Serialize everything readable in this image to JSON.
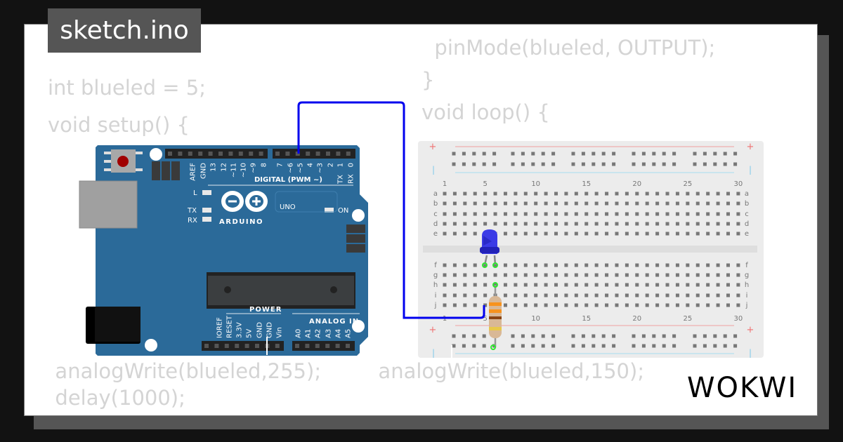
{
  "title": "sketch.ino",
  "code_lines": [
    "int blueled = 5;",
    "",
    "void setup() {",
    "  pinMode(blueled, OUTPUT);",
    "",
    "}",
    "",
    "void loop() {",
    "  analogWrite(blueled,255);",
    "  delay(1000);",
    "  analogWrite(blueled,150);"
  ],
  "arduino": {
    "logo_text": "ARDUINO",
    "model": "UNO",
    "digital_label": "DIGITAL (PWM ~)",
    "power_label": "POWER",
    "analog_label": "ANALOG IN",
    "led_l": "L",
    "led_tx": "TX",
    "led_rx": "RX",
    "led_on": "ON",
    "top_left_pins": [
      "AREF",
      "GND",
      "13",
      "12",
      "~11",
      "~10",
      "~9",
      "8"
    ],
    "top_right_pins": [
      "7",
      "~6",
      "~5",
      "4",
      "~3",
      "2",
      "1",
      "0"
    ],
    "tx_rx_sub": [
      "TX",
      "RX"
    ],
    "power_pins": [
      "IOREF",
      "RESET",
      "3.3V",
      "5V",
      "GND",
      "GND",
      "Vin"
    ],
    "analog_pins": [
      "A0",
      "A1",
      "A2",
      "A3",
      "A4",
      "A5"
    ],
    "board_color": "#2b6a99"
  },
  "breadboard": {
    "column_numbers": [
      "1",
      "5",
      "10",
      "15",
      "20",
      "25",
      "30"
    ],
    "rows_top": [
      "a",
      "b",
      "c",
      "d",
      "e"
    ],
    "rows_bottom": [
      "f",
      "g",
      "h",
      "i",
      "j"
    ],
    "plus": "+",
    "minus": "|"
  },
  "components": {
    "led_color": "#2f2fe0",
    "wire_color": "#0000ee",
    "resistor_bands": [
      "#f7931e",
      "#f7931e",
      "#8b4513",
      "#e8c84a"
    ]
  },
  "brand": "WOKWI"
}
